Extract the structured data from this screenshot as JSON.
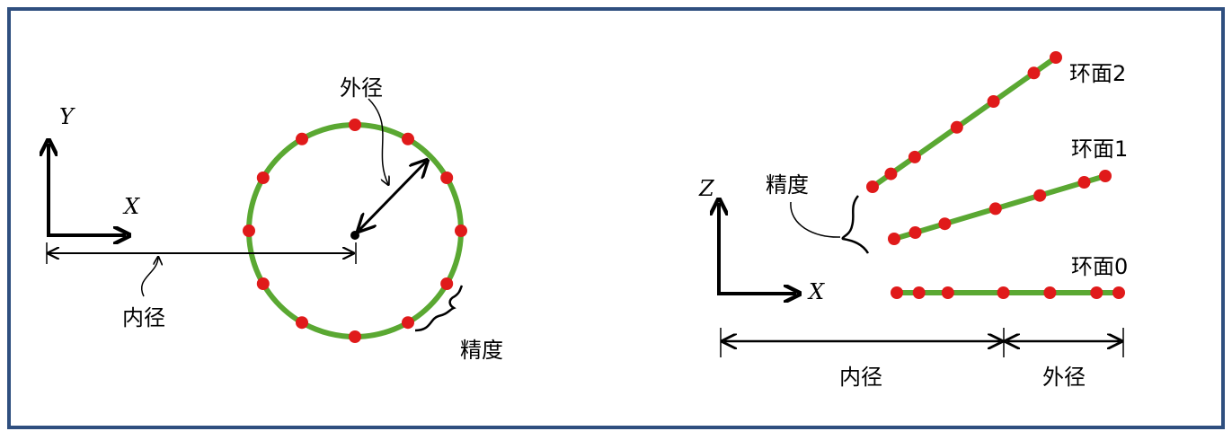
{
  "colors": {
    "frame": "#2f4f7f",
    "ring": "#5aa832",
    "point": "#e01a1a",
    "ink": "#000000"
  },
  "left_diagram": {
    "axis_y": "Y",
    "axis_x": "X",
    "outer_diameter_label": "外径",
    "inner_diameter_label": "内径",
    "precision_label": "精度"
  },
  "right_diagram": {
    "axis_z": "Z",
    "axis_x": "X",
    "precision_label": "精度",
    "ring_labels": [
      "环面2",
      "环面1",
      "环面0"
    ],
    "inner_diameter_label": "内径",
    "outer_diameter_label": "外径"
  }
}
